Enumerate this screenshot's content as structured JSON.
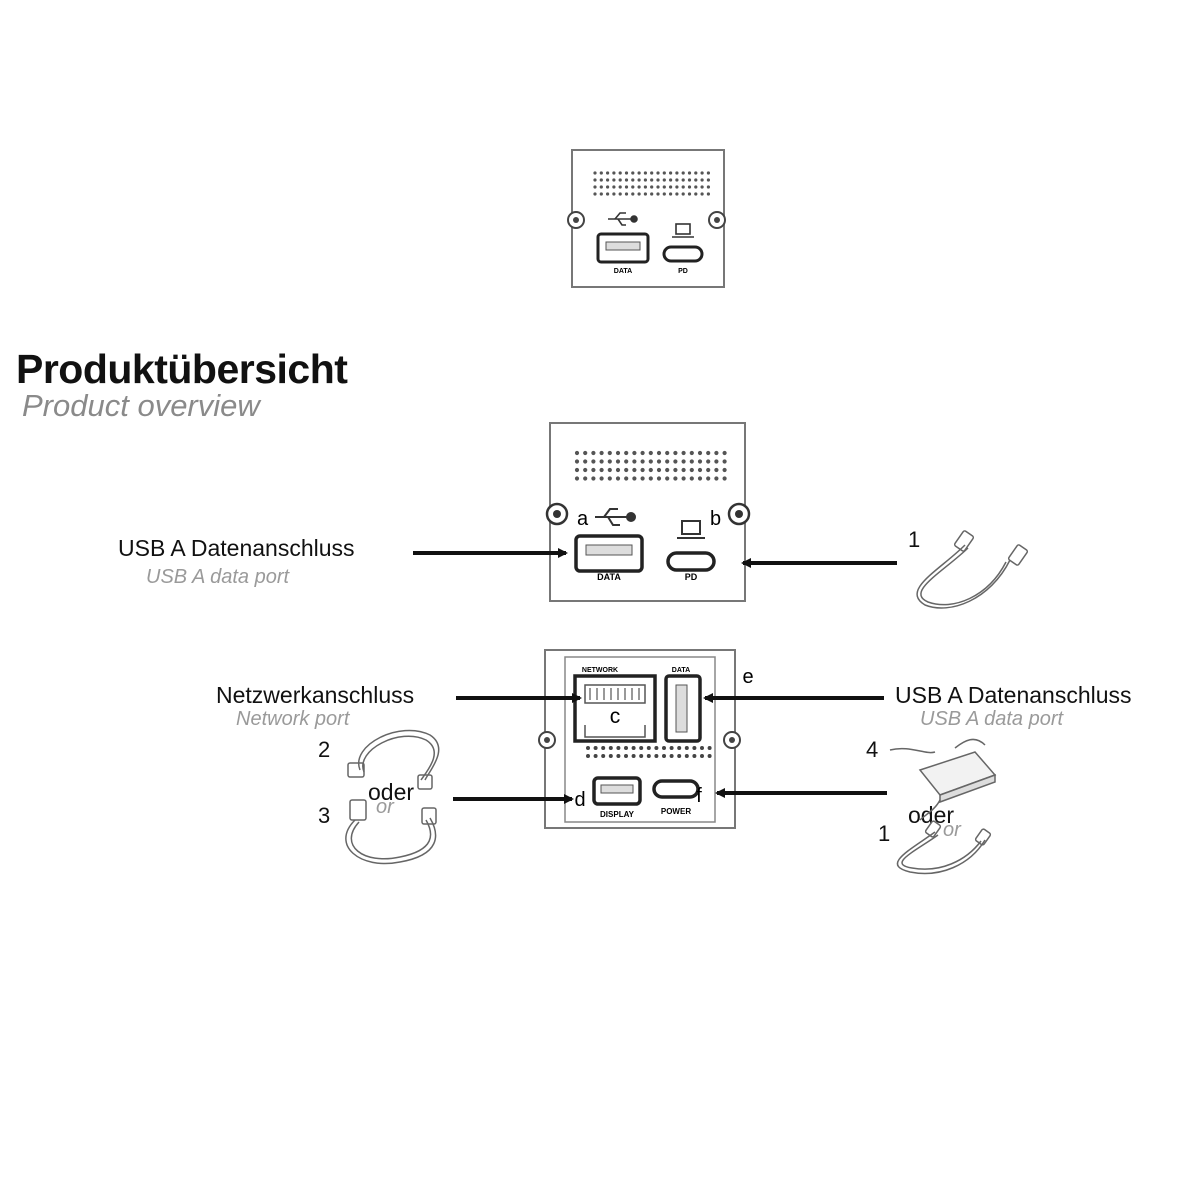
{
  "heading": {
    "title": "Produktübersicht",
    "subtitle": "Product overview"
  },
  "top_module": {
    "port_labels": {
      "data": "DATA",
      "pd": "PD"
    }
  },
  "front_module": {
    "letters": {
      "a": "a",
      "b": "b"
    },
    "port_labels": {
      "data": "DATA",
      "pd": "PD"
    },
    "left_callout": {
      "de": "USB A Datenanschluss",
      "en": "USB A data port"
    },
    "cable_number": "1"
  },
  "back_module": {
    "port_labels": {
      "network": "NETWORK",
      "data": "DATA",
      "display": "DISPLAY",
      "power": "POWER"
    },
    "letters": {
      "c": "c",
      "d": "d",
      "e": "e",
      "f": "f"
    },
    "left_callout": {
      "de": "Netzwerkanschluss",
      "en": "Network port"
    },
    "right_callout": {
      "de": "USB A Datenanschluss",
      "en": "USB A data port"
    },
    "left_cables": {
      "num_top": "2",
      "num_bottom": "3",
      "oder": "oder",
      "or": "or"
    },
    "right_cables": {
      "num_top": "4",
      "num_bottom": "1",
      "oder": "oder",
      "or": "or"
    }
  }
}
